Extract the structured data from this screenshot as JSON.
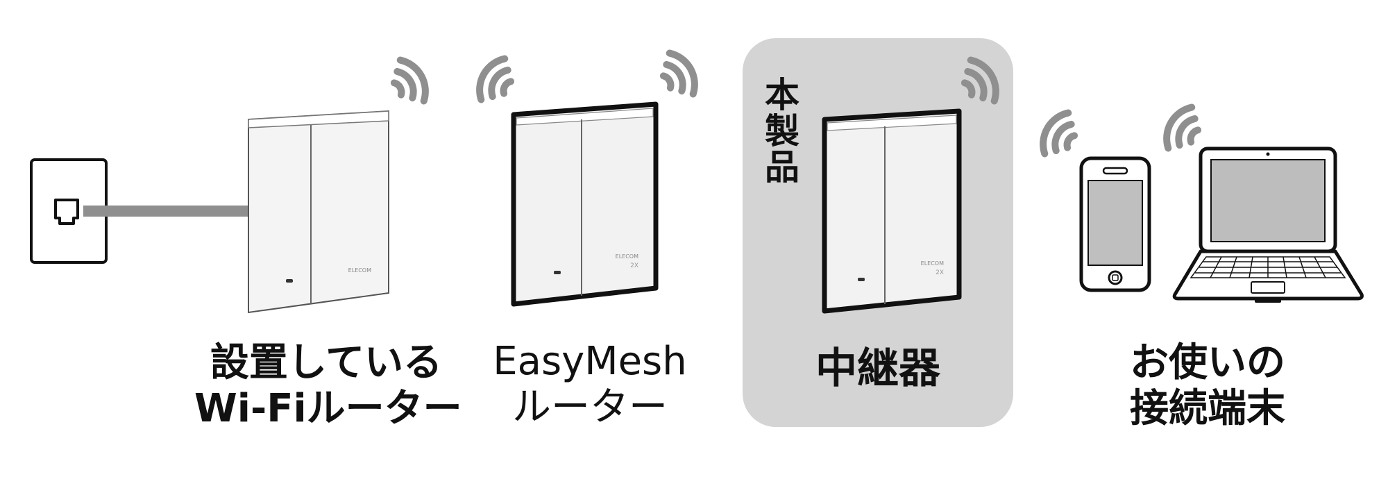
{
  "highlight_color": "#d4d4d4",
  "devices": [
    {
      "id": "wifi-router",
      "label_lines": [
        "設置している",
        "Wi-Fiルーター"
      ],
      "icon": "wireless-router-icon"
    },
    {
      "id": "easymesh-router",
      "label_lines": [
        "EasyMesh",
        "ルーター"
      ],
      "icon": "wireless-router-icon"
    },
    {
      "id": "repeater",
      "label_lines": [
        "中継器"
      ],
      "icon": "wireless-router-icon",
      "badge": "本製品"
    },
    {
      "id": "client-devices",
      "label_lines": [
        "お使いの",
        "接続端末"
      ],
      "icons": [
        "smartphone-icon",
        "laptop-icon"
      ]
    }
  ],
  "brand_mark": "ELECOM",
  "spec_mark": "2X"
}
